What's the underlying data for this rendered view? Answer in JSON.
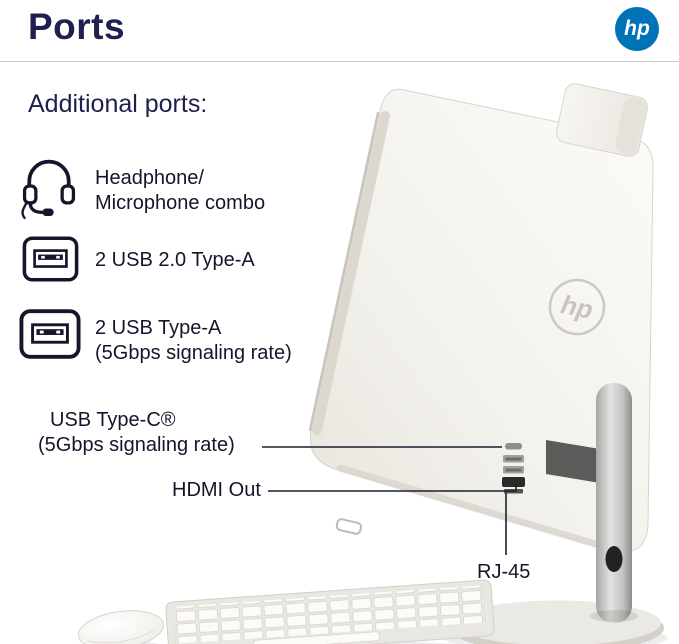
{
  "page": {
    "title": "Ports",
    "subtitle": "Additional ports:",
    "brand": "hp"
  },
  "port_list": [
    {
      "icon": "headset-icon",
      "lines": [
        "Headphone/",
        "Microphone combo"
      ]
    },
    {
      "icon": "usb-type-a-icon",
      "lines": [
        "2 USB 2.0 Type-A"
      ]
    },
    {
      "icon": "usb-type-a-icon",
      "lines": [
        "2 USB Type-A",
        "(5Gbps signaling rate)"
      ]
    }
  ],
  "callouts": {
    "usb_c": [
      "USB Type-C®",
      "(5Gbps signaling rate)"
    ],
    "hdmi": "HDMI Out",
    "rj45": "RJ-45"
  },
  "illustration": {
    "back_logo": "hp"
  },
  "colors": {
    "hp_blue": "#0073b8",
    "heading": "#20204e",
    "ink": "#15152b",
    "line": "#1d1d30"
  }
}
